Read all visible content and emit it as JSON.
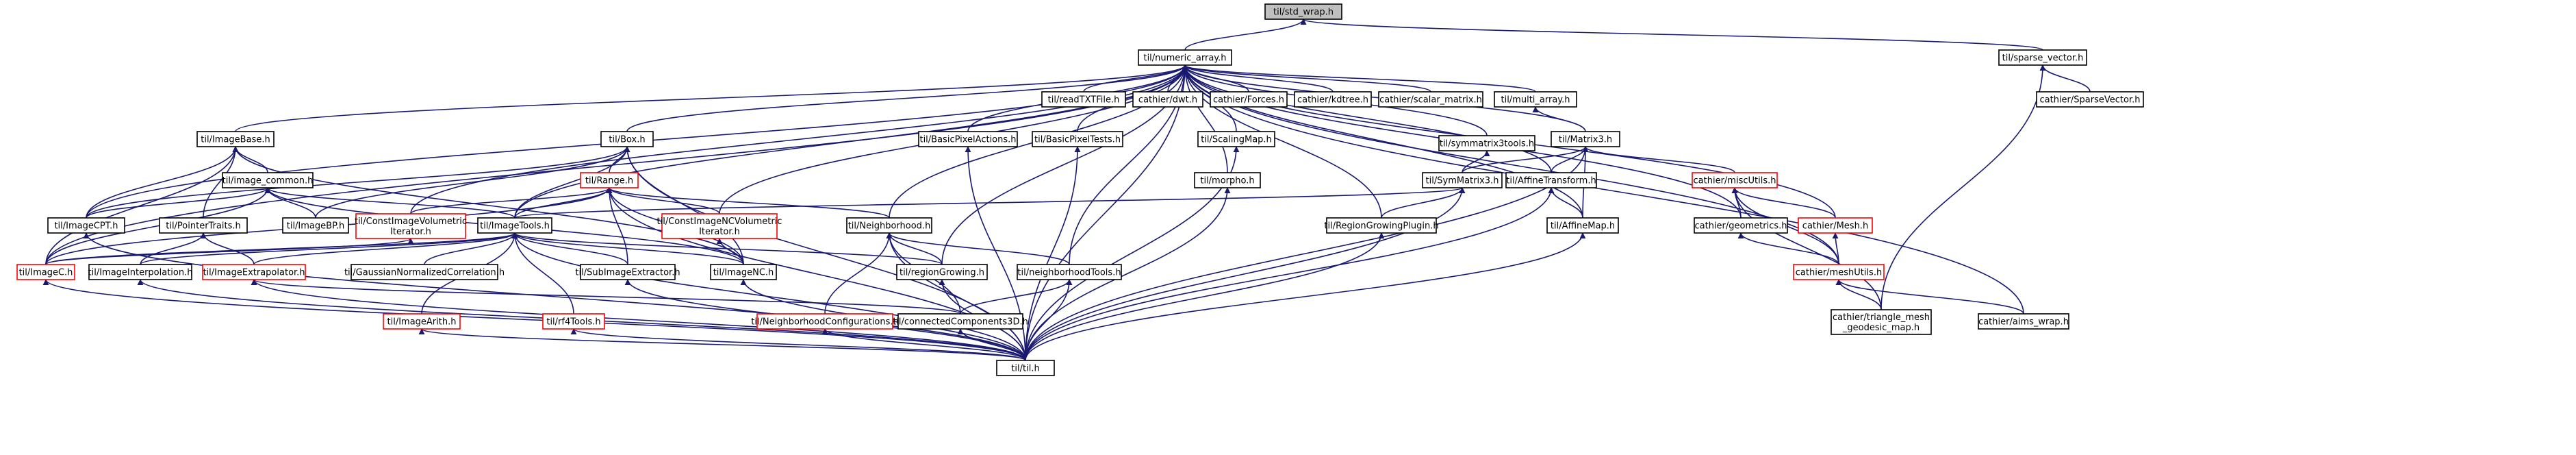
{
  "nodes": [
    {
      "id": "til/std_wrap.h",
      "lines": [
        "til/std_wrap.h"
      ],
      "style": "root"
    },
    {
      "id": "til/numeric_array.h",
      "lines": [
        "til/numeric_array.h"
      ],
      "style": "black"
    },
    {
      "id": "til/sparse_vector.h",
      "lines": [
        "til/sparse_vector.h"
      ],
      "style": "black"
    },
    {
      "id": "cathier/SparseVector.h",
      "lines": [
        "cathier/SparseVector.h"
      ],
      "style": "black"
    },
    {
      "id": "til/readTXTFile.h",
      "lines": [
        "til/readTXTFile.h"
      ],
      "style": "black"
    },
    {
      "id": "cathier/dwt.h",
      "lines": [
        "cathier/dwt.h"
      ],
      "style": "black"
    },
    {
      "id": "cathier/Forces.h",
      "lines": [
        "cathier/Forces.h"
      ],
      "style": "black"
    },
    {
      "id": "cathier/kdtree.h",
      "lines": [
        "cathier/kdtree.h"
      ],
      "style": "black"
    },
    {
      "id": "cathier/scalar_matrix.h",
      "lines": [
        "cathier/scalar_matrix.h"
      ],
      "style": "black"
    },
    {
      "id": "til/multi_array.h",
      "lines": [
        "til/multi_array.h"
      ],
      "style": "black"
    },
    {
      "id": "til/ImageBase.h",
      "lines": [
        "til/ImageBase.h"
      ],
      "style": "black"
    },
    {
      "id": "til/Box.h",
      "lines": [
        "til/Box.h"
      ],
      "style": "black"
    },
    {
      "id": "til/BasicPixelActions.h",
      "lines": [
        "til/BasicPixelActions.h"
      ],
      "style": "black"
    },
    {
      "id": "til/BasicPixelTests.h",
      "lines": [
        "til/BasicPixelTests.h"
      ],
      "style": "black"
    },
    {
      "id": "til/ScalingMap.h",
      "lines": [
        "til/ScalingMap.h"
      ],
      "style": "black"
    },
    {
      "id": "til/symmatrix3tools.h",
      "lines": [
        "til/symmatrix3tools.h"
      ],
      "style": "black"
    },
    {
      "id": "til/Matrix3.h",
      "lines": [
        "til/Matrix3.h"
      ],
      "style": "black"
    },
    {
      "id": "til/image_common.h",
      "lines": [
        "til/image_common.h"
      ],
      "style": "black"
    },
    {
      "id": "til/Range.h",
      "lines": [
        "til/Range.h"
      ],
      "style": "red"
    },
    {
      "id": "til/morpho.h",
      "lines": [
        "til/morpho.h"
      ],
      "style": "black"
    },
    {
      "id": "til/SymMatrix3.h",
      "lines": [
        "til/SymMatrix3.h"
      ],
      "style": "black"
    },
    {
      "id": "til/AffineTransform.h",
      "lines": [
        "til/AffineTransform.h"
      ],
      "style": "black"
    },
    {
      "id": "cathier/miscUtils.h",
      "lines": [
        "cathier/miscUtils.h"
      ],
      "style": "red"
    },
    {
      "id": "til/ImageCPT.h",
      "lines": [
        "til/ImageCPT.h"
      ],
      "style": "black"
    },
    {
      "id": "til/PointerTraits.h",
      "lines": [
        "til/PointerTraits.h"
      ],
      "style": "black"
    },
    {
      "id": "til/ImageBP.h",
      "lines": [
        "til/ImageBP.h"
      ],
      "style": "black"
    },
    {
      "id": "til/ConstImageVolumetricIterator.h",
      "lines": [
        "til/ConstImageVolumetric",
        "Iterator.h"
      ],
      "style": "red"
    },
    {
      "id": "til/ImageTools.h",
      "lines": [
        "til/ImageTools.h"
      ],
      "style": "black"
    },
    {
      "id": "til/ConstImageNCVolumetricIterator.h",
      "lines": [
        "til/ConstImageNCVolumetric",
        "Iterator.h"
      ],
      "style": "red"
    },
    {
      "id": "til/Neighborhood.h",
      "lines": [
        "til/Neighborhood.h"
      ],
      "style": "black"
    },
    {
      "id": "til/RegionGrowingPlugin.h",
      "lines": [
        "til/RegionGrowingPlugin.h"
      ],
      "style": "black"
    },
    {
      "id": "til/AffineMap.h",
      "lines": [
        "til/AffineMap.h"
      ],
      "style": "black"
    },
    {
      "id": "cathier/geometrics.h",
      "lines": [
        "cathier/geometrics.h"
      ],
      "style": "black"
    },
    {
      "id": "cathier/Mesh.h",
      "lines": [
        "cathier/Mesh.h"
      ],
      "style": "red"
    },
    {
      "id": "til/ImageC.h",
      "lines": [
        "til/ImageC.h"
      ],
      "style": "red"
    },
    {
      "id": "til/ImageInterpolation.h",
      "lines": [
        "til/ImageInterpolation.h"
      ],
      "style": "black"
    },
    {
      "id": "til/ImageExtrapolator.h",
      "lines": [
        "til/ImageExtrapolator.h"
      ],
      "style": "red"
    },
    {
      "id": "til/GaussianNormalizedCorrelation.h",
      "lines": [
        "til/GaussianNormalizedCorrelation.h"
      ],
      "style": "black"
    },
    {
      "id": "til/SubImageExtractor.h",
      "lines": [
        "til/SubImageExtractor.h"
      ],
      "style": "black"
    },
    {
      "id": "til/ImageNC.h",
      "lines": [
        "til/ImageNC.h"
      ],
      "style": "black"
    },
    {
      "id": "til/regionGrowing.h",
      "lines": [
        "til/regionGrowing.h"
      ],
      "style": "black"
    },
    {
      "id": "til/neighborhoodTools.h",
      "lines": [
        "til/neighborhoodTools.h"
      ],
      "style": "black"
    },
    {
      "id": "cathier/meshUtils.h",
      "lines": [
        "cathier/meshUtils.h"
      ],
      "style": "red"
    },
    {
      "id": "til/ImageArith.h",
      "lines": [
        "til/ImageArith.h"
      ],
      "style": "red"
    },
    {
      "id": "til/rf4Tools.h",
      "lines": [
        "til/rf4Tools.h"
      ],
      "style": "red"
    },
    {
      "id": "til/NeighborhoodConfigurations.h",
      "lines": [
        "til/NeighborhoodConfigurations.h"
      ],
      "style": "red"
    },
    {
      "id": "til/connectedComponents3D.h",
      "lines": [
        "til/connectedComponents3D.h"
      ],
      "style": "black"
    },
    {
      "id": "cathier/triangle_mesh_geodesic_map.h",
      "lines": [
        "cathier/triangle_mesh",
        "_geodesic_map.h"
      ],
      "style": "black"
    },
    {
      "id": "cathier/aims_wrap.h",
      "lines": [
        "cathier/aims_wrap.h"
      ],
      "style": "black"
    },
    {
      "id": "til/til.h",
      "lines": [
        "til/til.h"
      ],
      "style": "black"
    }
  ],
  "edges": [
    [
      "til/std_wrap.h",
      "til/numeric_array.h"
    ],
    [
      "til/std_wrap.h",
      "til/sparse_vector.h"
    ],
    [
      "til/sparse_vector.h",
      "cathier/SparseVector.h"
    ],
    [
      "til/sparse_vector.h",
      "cathier/triangle_mesh_geodesic_map.h"
    ],
    [
      "til/numeric_array.h",
      "til/readTXTFile.h"
    ],
    [
      "til/numeric_array.h",
      "cathier/dwt.h"
    ],
    [
      "til/numeric_array.h",
      "cathier/Forces.h"
    ],
    [
      "til/numeric_array.h",
      "cathier/kdtree.h"
    ],
    [
      "til/numeric_array.h",
      "cathier/scalar_matrix.h"
    ],
    [
      "til/numeric_array.h",
      "til/multi_array.h"
    ],
    [
      "til/numeric_array.h",
      "til/ImageBase.h"
    ],
    [
      "til/numeric_array.h",
      "til/Box.h"
    ],
    [
      "til/numeric_array.h",
      "til/BasicPixelActions.h"
    ],
    [
      "til/numeric_array.h",
      "til/BasicPixelTests.h"
    ],
    [
      "til/numeric_array.h",
      "til/ScalingMap.h"
    ],
    [
      "til/numeric_array.h",
      "til/symmatrix3tools.h"
    ],
    [
      "til/numeric_array.h",
      "til/Matrix3.h"
    ],
    [
      "til/numeric_array.h",
      "til/morpho.h"
    ],
    [
      "til/numeric_array.h",
      "til/AffineTransform.h"
    ],
    [
      "til/numeric_array.h",
      "til/AffineMap.h"
    ],
    [
      "til/numeric_array.h",
      "cathier/geometrics.h"
    ],
    [
      "til/numeric_array.h",
      "cathier/Mesh.h"
    ],
    [
      "til/numeric_array.h",
      "cathier/meshUtils.h"
    ],
    [
      "til/numeric_array.h",
      "cathier/aims_wrap.h"
    ],
    [
      "til/numeric_array.h",
      "til/ImageCPT.h"
    ],
    [
      "til/numeric_array.h",
      "til/ImageC.h"
    ],
    [
      "til/numeric_array.h",
      "til/ConstImageVolumetricIterator.h"
    ],
    [
      "til/numeric_array.h",
      "til/ImageTools.h"
    ],
    [
      "til/numeric_array.h",
      "til/ConstImageNCVolumetricIterator.h"
    ],
    [
      "til/numeric_array.h",
      "til/Neighborhood.h"
    ],
    [
      "til/numeric_array.h",
      "til/regionGrowing.h"
    ],
    [
      "til/numeric_array.h",
      "til/RegionGrowingPlugin.h"
    ],
    [
      "til/numeric_array.h",
      "til/neighborhoodTools.h"
    ],
    [
      "til/numeric_array.h",
      "til/til.h"
    ],
    [
      "til/multi_array.h",
      "til/Matrix3.h"
    ],
    [
      "til/ImageBase.h",
      "til/image_common.h"
    ],
    [
      "til/ImageBase.h",
      "til/PointerTraits.h"
    ],
    [
      "til/ImageBase.h",
      "til/ImageCPT.h"
    ],
    [
      "til/ImageBase.h",
      "til/ImageC.h"
    ],
    [
      "til/ImageBase.h",
      "til/ImageNC.h"
    ],
    [
      "til/Box.h",
      "til/Range.h"
    ],
    [
      "til/Box.h",
      "til/ImageCPT.h"
    ],
    [
      "til/Box.h",
      "til/ImageBP.h"
    ],
    [
      "til/Box.h",
      "til/ImageTools.h"
    ],
    [
      "til/Box.h",
      "til/ImageNC.h"
    ],
    [
      "til/Box.h",
      "til/til.h"
    ],
    [
      "til/BasicPixelActions.h",
      "til/til.h"
    ],
    [
      "til/BasicPixelTests.h",
      "til/til.h"
    ],
    [
      "til/ScalingMap.h",
      "til/til.h"
    ],
    [
      "til/morpho.h",
      "til/til.h"
    ],
    [
      "til/symmatrix3tools.h",
      "til/SymMatrix3.h"
    ],
    [
      "til/Matrix3.h",
      "til/SymMatrix3.h"
    ],
    [
      "til/Matrix3.h",
      "til/AffineTransform.h"
    ],
    [
      "til/Matrix3.h",
      "til/AffineMap.h"
    ],
    [
      "til/Matrix3.h",
      "cathier/miscUtils.h"
    ],
    [
      "til/Matrix3.h",
      "til/til.h"
    ],
    [
      "til/image_common.h",
      "til/ImageCPT.h"
    ],
    [
      "til/image_common.h",
      "til/ImageBP.h"
    ],
    [
      "til/image_common.h",
      "til/ImageTools.h"
    ],
    [
      "til/image_common.h",
      "til/ImageC.h"
    ],
    [
      "til/image_common.h",
      "til/ImageNC.h"
    ],
    [
      "til/Range.h",
      "til/ConstImageVolumetricIterator.h"
    ],
    [
      "til/Range.h",
      "til/ImageTools.h"
    ],
    [
      "til/Range.h",
      "til/ConstImageNCVolumetricIterator.h"
    ],
    [
      "til/Range.h",
      "til/Neighborhood.h"
    ],
    [
      "til/Range.h",
      "til/SubImageExtractor.h"
    ],
    [
      "til/Range.h",
      "til/ImageNC.h"
    ],
    [
      "til/Range.h",
      "til/ImageC.h"
    ],
    [
      "til/Range.h",
      "til/til.h"
    ],
    [
      "til/SymMatrix3.h",
      "til/ImageTools.h"
    ],
    [
      "til/SymMatrix3.h",
      "til/RegionGrowingPlugin.h"
    ],
    [
      "til/SymMatrix3.h",
      "til/til.h"
    ],
    [
      "til/AffineTransform.h",
      "til/AffineMap.h"
    ],
    [
      "til/AffineTransform.h",
      "til/til.h"
    ],
    [
      "til/AffineMap.h",
      "til/til.h"
    ],
    [
      "cathier/miscUtils.h",
      "cathier/geometrics.h"
    ],
    [
      "cathier/miscUtils.h",
      "cathier/Mesh.h"
    ],
    [
      "cathier/miscUtils.h",
      "cathier/meshUtils.h"
    ],
    [
      "cathier/miscUtils.h",
      "cathier/triangle_mesh_geodesic_map.h"
    ],
    [
      "cathier/geometrics.h",
      "cathier/meshUtils.h"
    ],
    [
      "cathier/Mesh.h",
      "cathier/meshUtils.h"
    ],
    [
      "cathier/meshUtils.h",
      "cathier/triangle_mesh_geodesic_map.h"
    ],
    [
      "cathier/meshUtils.h",
      "cathier/aims_wrap.h"
    ],
    [
      "til/ImageCPT.h",
      "til/til.h"
    ],
    [
      "til/PointerTraits.h",
      "til/ImageInterpolation.h"
    ],
    [
      "til/PointerTraits.h",
      "til/ImageExtrapolator.h"
    ],
    [
      "til/ConstImageVolumetricIterator.h",
      "til/ImageC.h"
    ],
    [
      "til/ConstImageNCVolumetricIterator.h",
      "til/ImageNC.h"
    ],
    [
      "til/ImageTools.h",
      "til/ImageC.h"
    ],
    [
      "til/ImageTools.h",
      "til/ImageInterpolation.h"
    ],
    [
      "til/ImageTools.h",
      "til/ImageExtrapolator.h"
    ],
    [
      "til/ImageTools.h",
      "til/GaussianNormalizedCorrelation.h"
    ],
    [
      "til/ImageTools.h",
      "til/SubImageExtractor.h"
    ],
    [
      "til/ImageTools.h",
      "til/ImageNC.h"
    ],
    [
      "til/ImageTools.h",
      "til/regionGrowing.h"
    ],
    [
      "til/ImageTools.h",
      "til/ImageArith.h"
    ],
    [
      "til/ImageTools.h",
      "til/rf4Tools.h"
    ],
    [
      "til/ImageTools.h",
      "til/til.h"
    ],
    [
      "til/Neighborhood.h",
      "til/regionGrowing.h"
    ],
    [
      "til/Neighborhood.h",
      "til/neighborhoodTools.h"
    ],
    [
      "til/Neighborhood.h",
      "til/NeighborhoodConfigurations.h"
    ],
    [
      "til/Neighborhood.h",
      "til/connectedComponents3D.h"
    ],
    [
      "til/Neighborhood.h",
      "til/til.h"
    ],
    [
      "til/RegionGrowingPlugin.h",
      "til/til.h"
    ],
    [
      "til/ImageC.h",
      "til/til.h"
    ],
    [
      "til/ImageInterpolation.h",
      "til/til.h"
    ],
    [
      "til/ImageExtrapolator.h",
      "til/connectedComponents3D.h"
    ],
    [
      "til/ImageExtrapolator.h",
      "til/til.h"
    ],
    [
      "til/SubImageExtractor.h",
      "til/til.h"
    ],
    [
      "til/ImageNC.h",
      "til/til.h"
    ],
    [
      "til/regionGrowing.h",
      "til/til.h"
    ],
    [
      "til/neighborhoodTools.h",
      "til/connectedComponents3D.h"
    ],
    [
      "til/neighborhoodTools.h",
      "til/til.h"
    ],
    [
      "til/ImageArith.h",
      "til/til.h"
    ],
    [
      "til/rf4Tools.h",
      "til/til.h"
    ],
    [
      "til/NeighborhoodConfigurations.h",
      "til/til.h"
    ],
    [
      "til/connectedComponents3D.h",
      "til/til.h"
    ]
  ]
}
